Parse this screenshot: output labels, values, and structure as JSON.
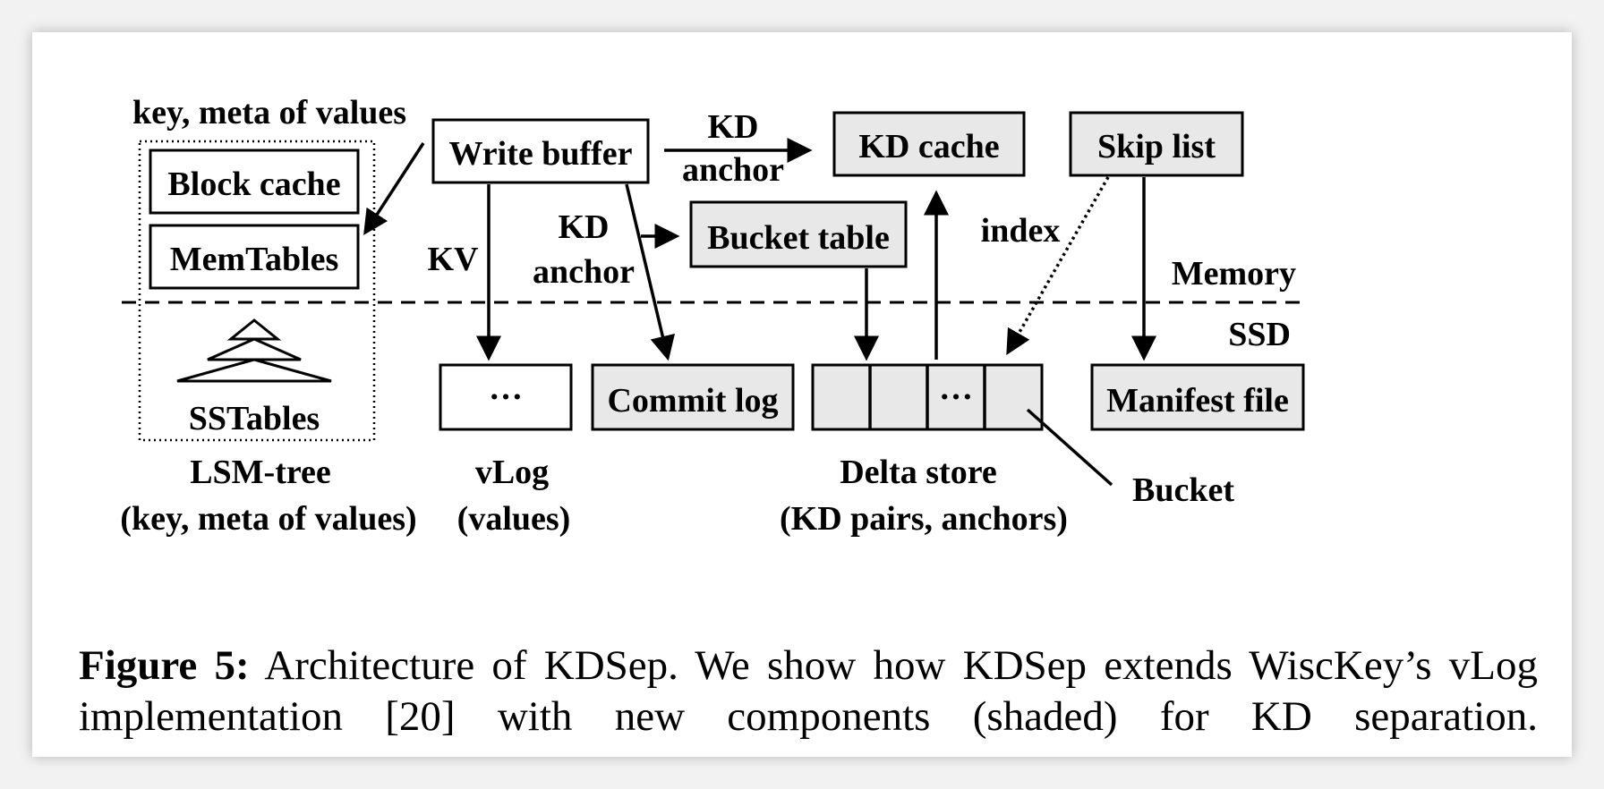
{
  "diagram": {
    "lsm_top_label": "key, meta of values",
    "block_cache": "Block cache",
    "memtables": "MemTables",
    "sstables": "SSTables",
    "lsm_caption_1": "LSM-tree",
    "lsm_caption_2": "(key, meta of values)",
    "write_buffer": "Write buffer",
    "kd_label_top": "KD",
    "anchor_label_top": "anchor",
    "kd_cache": "KD cache",
    "skip_list": "Skip list",
    "kv_label": "KV",
    "kd_label_mid": "KD",
    "anchor_label_mid": "anchor",
    "bucket_table": "Bucket table",
    "index_label": "index",
    "memory_label": "Memory",
    "ssd_label": "SSD",
    "vlog_ellipsis": "…",
    "commit_log": "Commit log",
    "delta_ellipsis": "…",
    "manifest_file": "Manifest file",
    "vlog_caption_1": "vLog",
    "vlog_caption_2": "(values)",
    "delta_caption_1": "Delta store",
    "delta_caption_2": "(KD pairs, anchors)",
    "bucket_label": "Bucket"
  },
  "caption": {
    "label": "Figure 5:",
    "text": "Architecture of KDSep. We show how KDSep extends WiscKey’s vLog implementation [20] with new components (shaded) for KD separation."
  }
}
